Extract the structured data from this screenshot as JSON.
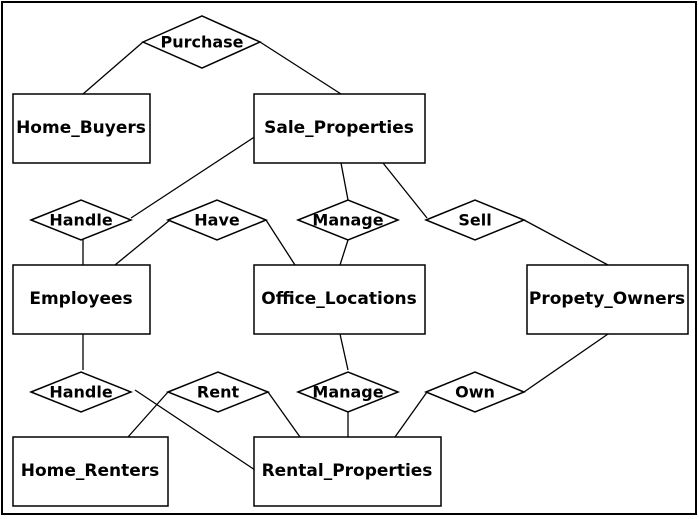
{
  "diagram": {
    "colors": {
      "stroke": "#000000",
      "fill": "#ffffff",
      "text": "#000000"
    },
    "entities": {
      "home_buyers": "Home_Buyers",
      "sale_properties": "Sale_Properties",
      "employees": "Employees",
      "office_locations": "Office_Locations",
      "propety_owners": "Propety_Owners",
      "home_renters": "Home_Renters",
      "rental_properties": "Rental_Properties"
    },
    "relationships": {
      "purchase": "Purchase",
      "handle_sale": "Handle",
      "have": "Have",
      "manage_sale": "Manage",
      "sell": "Sell",
      "handle_rental": "Handle",
      "rent": "Rent",
      "manage_rental": "Manage",
      "own": "Own"
    }
  }
}
